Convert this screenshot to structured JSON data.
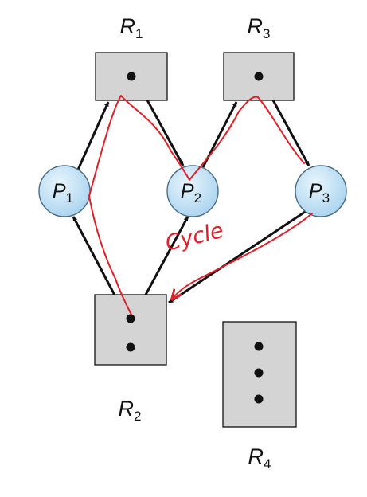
{
  "resources": [
    {
      "id": "R1",
      "letter": "R",
      "sub": "1",
      "instances": 1
    },
    {
      "id": "R2",
      "letter": "R",
      "sub": "2",
      "instances": 2
    },
    {
      "id": "R3",
      "letter": "R",
      "sub": "3",
      "instances": 1
    },
    {
      "id": "R4",
      "letter": "R",
      "sub": "4",
      "instances": 3
    }
  ],
  "processes": [
    {
      "id": "P1",
      "letter": "P",
      "sub": "1"
    },
    {
      "id": "P2",
      "letter": "P",
      "sub": "2"
    },
    {
      "id": "P3",
      "letter": "P",
      "sub": "3"
    }
  ],
  "edges": [
    {
      "from": "P1",
      "to": "R1",
      "kind": "request"
    },
    {
      "from": "R1",
      "to": "P2",
      "kind": "assignment"
    },
    {
      "from": "P2",
      "to": "R3",
      "kind": "request"
    },
    {
      "from": "R3",
      "to": "P3",
      "kind": "assignment"
    },
    {
      "from": "P3",
      "to": "R2",
      "kind": "request"
    },
    {
      "from": "R2",
      "to": "P1",
      "kind": "assignment"
    },
    {
      "from": "R2",
      "to": "P2",
      "kind": "assignment"
    }
  ],
  "annotation": {
    "text": "Cycle",
    "color": "#e0202a"
  },
  "colors": {
    "resource_fill": "#d4d4d4",
    "process_fill": "#bfe0f5",
    "edge": "#111111"
  }
}
